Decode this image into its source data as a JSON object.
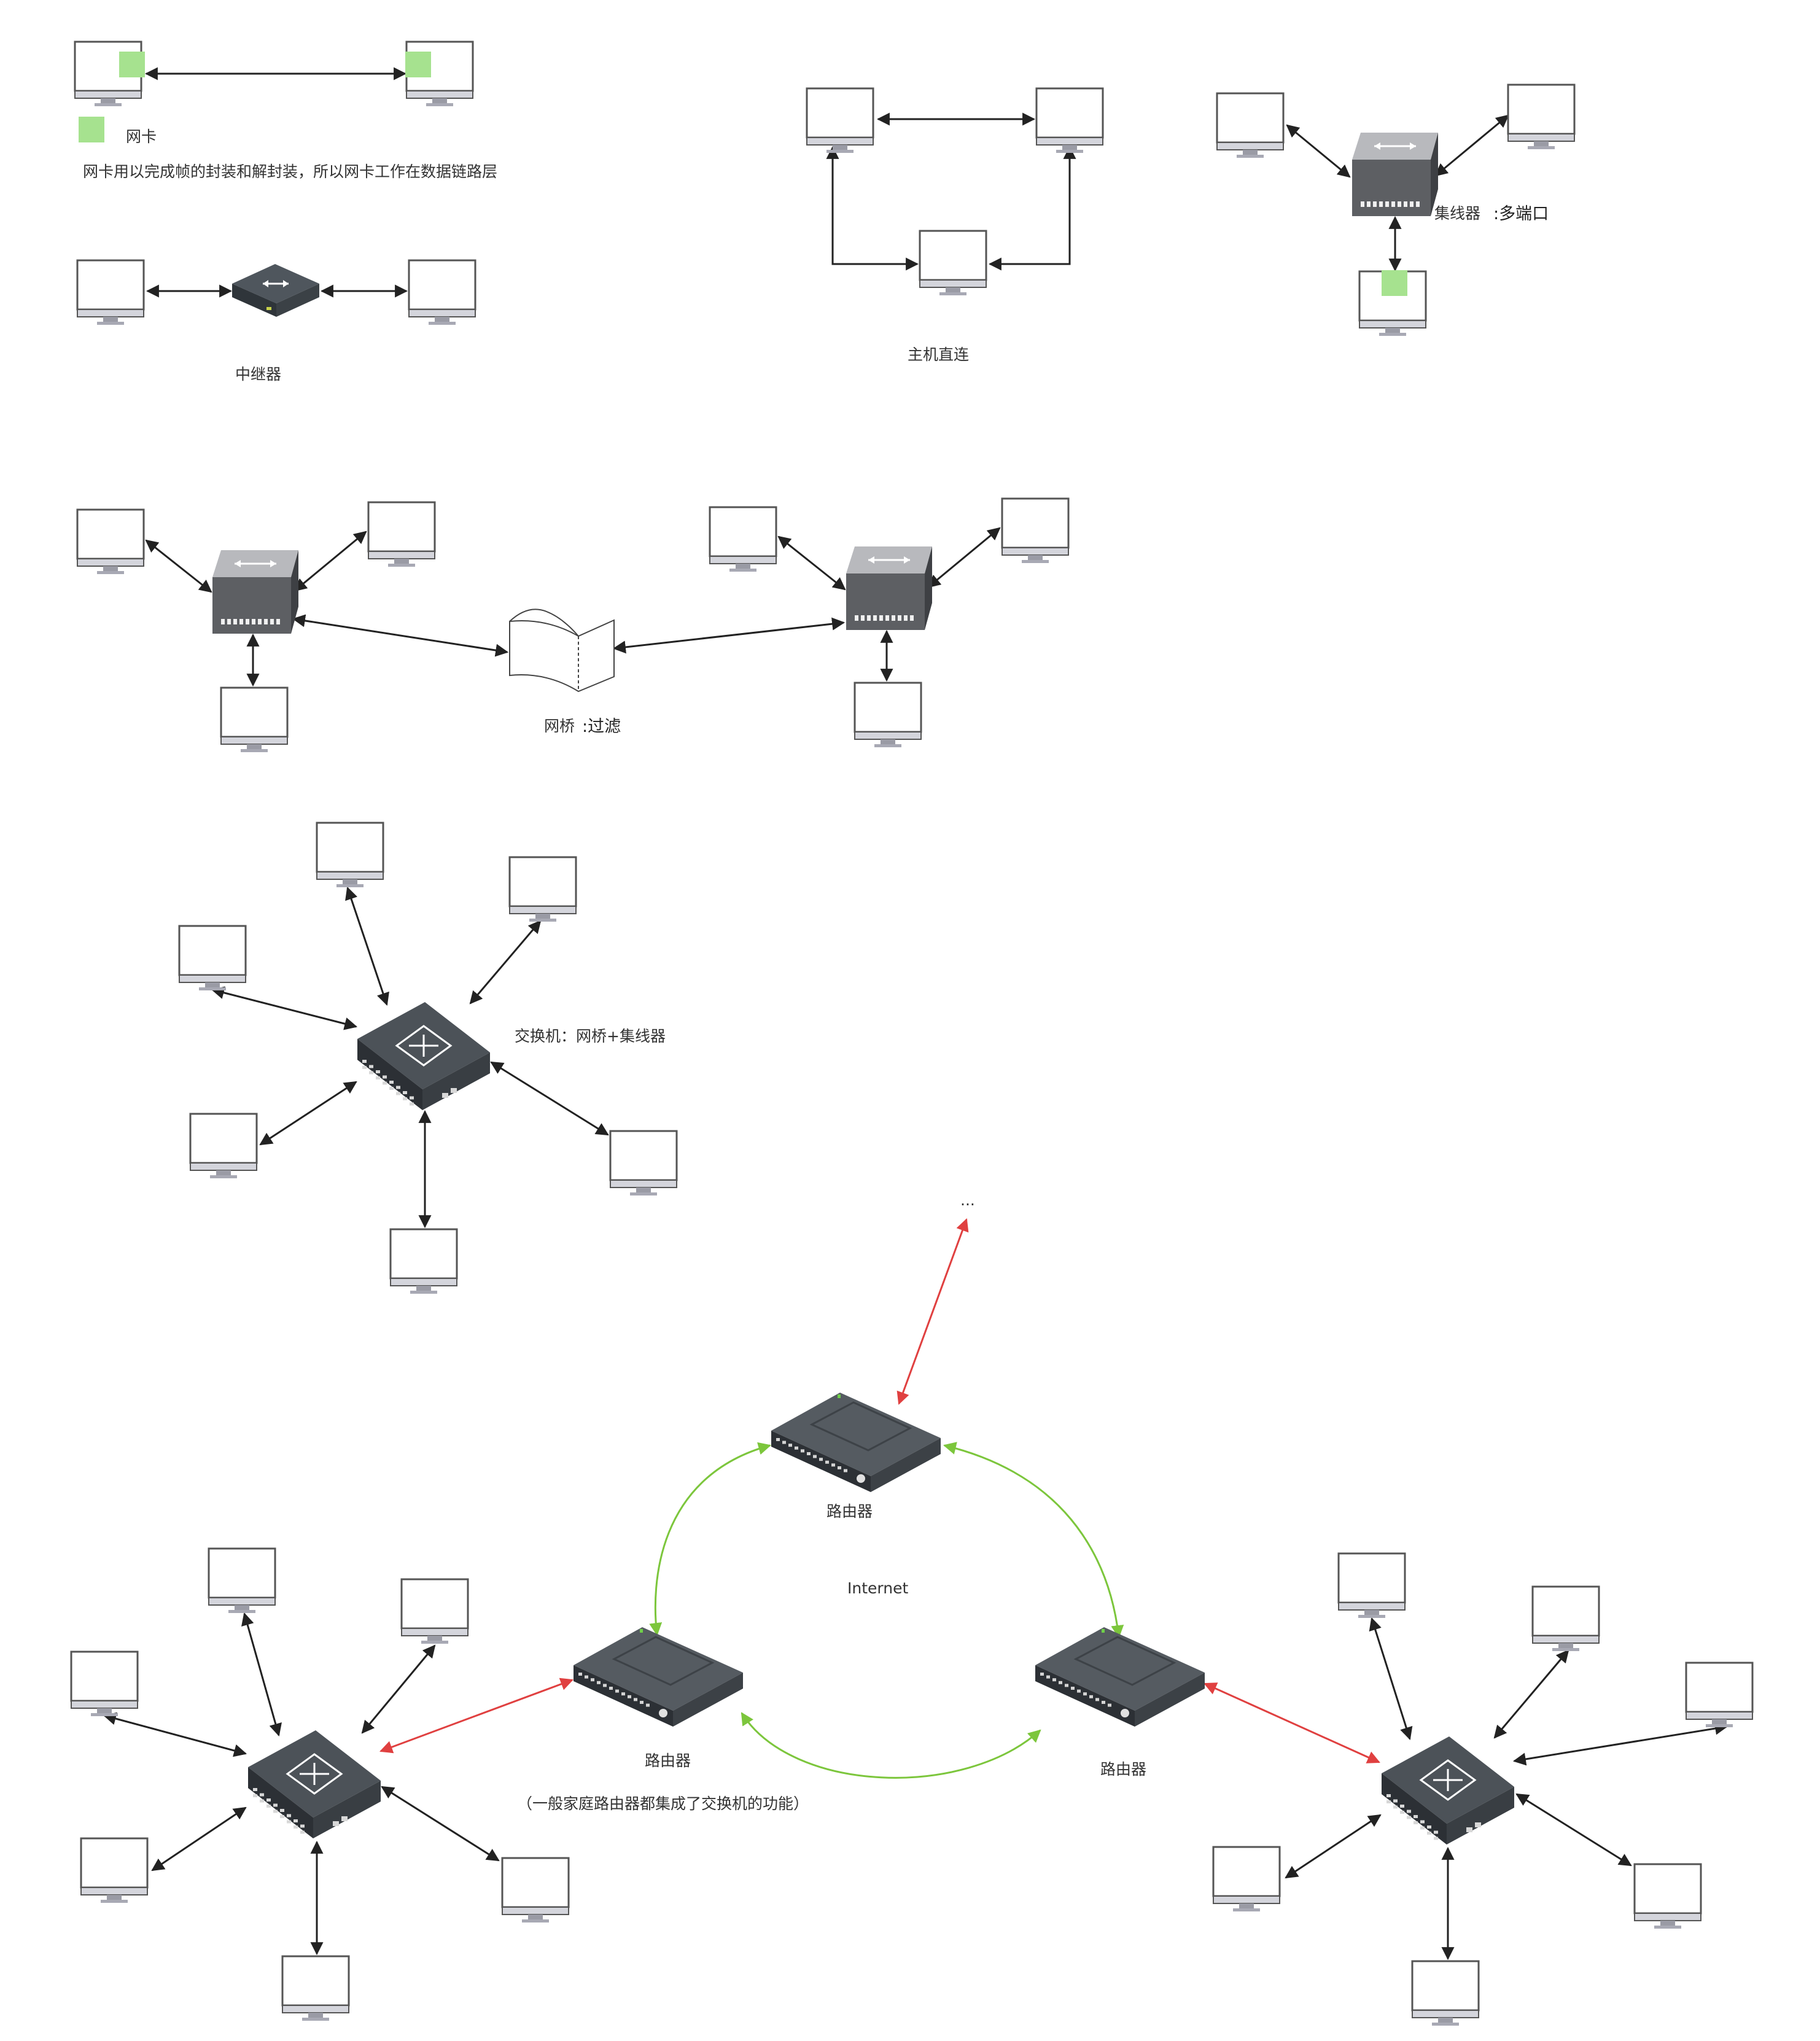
{
  "colors": {
    "black_arrow": "#222222",
    "red_arrow": "#e04040",
    "green_arrow": "#7cc63c",
    "nic_green": "#a6e28f",
    "monitor_stroke": "#555555",
    "monitor_base": "#a8a9b4"
  },
  "labels": {
    "nic": "网卡",
    "nic_desc": "网卡用以完成帧的封装和解封装，所以网卡工作在数据链路层",
    "repeater": "中继器",
    "direct": "主机直连",
    "hub_a": "集线器",
    "hub_b": ":多端口",
    "bridge_a": "网桥",
    "bridge_b": ":过滤",
    "switch": "交换机：网桥+集线器",
    "ellipsis": "...",
    "router_top": "路由器",
    "internet": "Internet",
    "router_left": "路由器",
    "router_left_note": "（一般家庭路由器都集成了交换机的功能）",
    "router_right": "路由器"
  },
  "icons": {
    "monitor": "monitor-icon",
    "repeater": "repeater-icon",
    "hub": "hub-icon",
    "bridge": "bridge-icon",
    "switch": "switch-icon",
    "router": "router-icon",
    "nic": "nic-icon"
  }
}
